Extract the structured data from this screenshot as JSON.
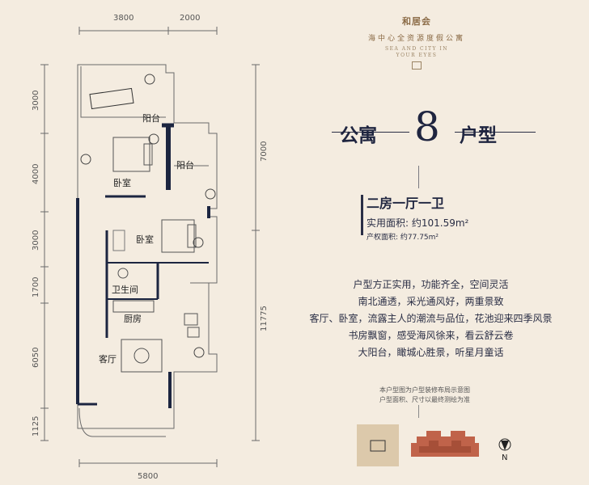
{
  "brand": {
    "name": "和居会",
    "line1": "海中心全资源度假公寓",
    "line2": "SEA AND CITY IN\nYOUR EYES"
  },
  "title": {
    "left": "公寓",
    "number": "8",
    "right": "户型"
  },
  "layout": "二房一厅一卫",
  "use_area": "实用面积: 约101.59m²",
  "property_area": "产权面积: 约77.75m²",
  "features": [
    "户型方正实用，功能齐全，空间灵活",
    "南北通透，采光通风好，两重景致",
    "客厅、卧室，流露主人的潮流与品位，花池迎来四季风景",
    "书房飘窗，感受海风徐来，看云舒云卷",
    "大阳台，瞰城心胜景，听星月童话"
  ],
  "note": [
    "本户型图为户型装修布局示意图",
    "户型面积、尺寸以最终测绘为准"
  ],
  "north": "N",
  "dimensions": {
    "top_left": "3800",
    "top_right": "2000",
    "left": [
      "3000",
      "4000",
      "3000",
      "1700",
      "6050",
      "1125"
    ],
    "right_upper": "7000",
    "right_lower": "11775",
    "bottom": "5800"
  },
  "rooms": {
    "balcony_top": "阳台",
    "balcony_side": "阳台",
    "bedroom1": "卧室",
    "bedroom2": "卧室",
    "bathroom": "卫生间",
    "kitchen": "厨房",
    "living_room": "客厅"
  },
  "colors": {
    "background": "#f4ece0",
    "wall": "#1c2540",
    "accent_gold": "#8a6a45",
    "building_block": "#c0634a"
  }
}
